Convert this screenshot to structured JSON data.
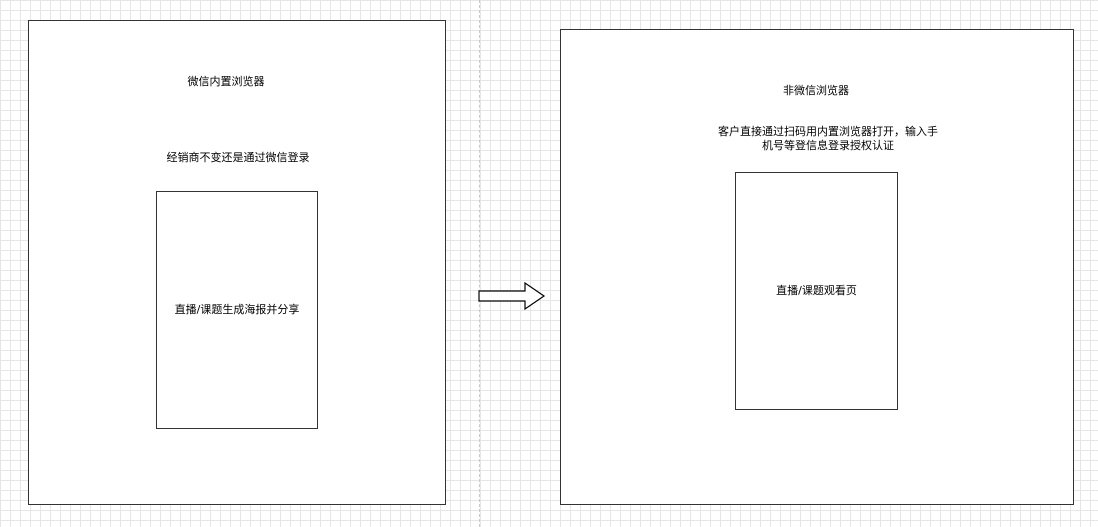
{
  "left_panel": {
    "title": "微信内置浏览器",
    "subtitle": "经销商不变还是通过微信登录",
    "inner_box_label": "直播/课题生成海报并分享"
  },
  "right_panel": {
    "title": "非微信浏览器",
    "description": "客户直接通过扫码用内置浏览器打开，输入手机号等登信息登录授权认证",
    "inner_box_label": "直播/课题观看页"
  },
  "connector": {
    "icon": "arrow-right-icon",
    "stroke_color": "#000000"
  },
  "colors": {
    "box_border": "#333333",
    "grid_line": "#e6e6e6",
    "background": "#ffffff"
  }
}
